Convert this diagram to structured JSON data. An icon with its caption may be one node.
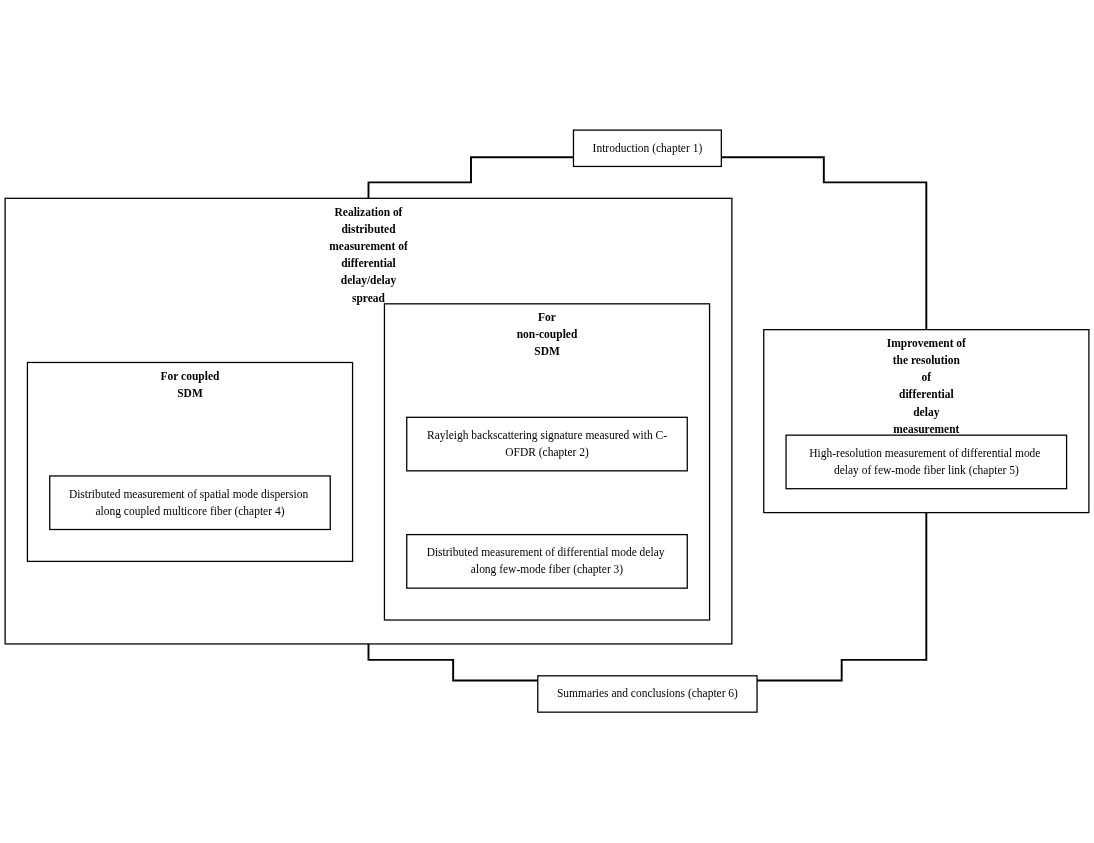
{
  "diagram": {
    "nodes": [
      {
        "text": [
          "Introduction (chapter 1)"
        ]
      },
      {
        "text": [
          "Realization of distributed measurement of differential delay/delay spread"
        ]
      },
      {
        "text": [
          "For non-coupled SDM"
        ],
        "in": 1
      },
      {
        "text": [
          "Rayleigh backscattering signature measured with C-OFDR (chapter 2)"
        ],
        "in": 2
      },
      {
        "text": [
          "Distributed measurement of differential mode delay along few-mode fiber (chapter 3)"
        ],
        "in": 2
      },
      {
        "text": [
          "For coupled SDM"
        ],
        "in": 1
      },
      {
        "text": [
          "Distributed measurement of spatial mode dispersion along coupled multicore fiber (chapter 4)"
        ],
        "in": 5
      },
      {
        "text": [
          "Improvement of the resolution of differential delay measurement"
        ]
      },
      {
        "text": [
          "High-resolution measurement of differential mode delay of few-mode fiber link (chapter 5)"
        ],
        "in": 7
      },
      {
        "text": [
          "Summaries and conclusions (chapter 6)"
        ]
      }
    ],
    "edges": [
      {
        "from": 0,
        "to": 1,
        "arrow": "none"
      },
      {
        "from": 0,
        "to": 7,
        "arrow": "none"
      },
      {
        "from": 1,
        "to": 9,
        "arrow": "none"
      },
      {
        "from": 7,
        "to": 9,
        "arrow": "none"
      }
    ]
  }
}
